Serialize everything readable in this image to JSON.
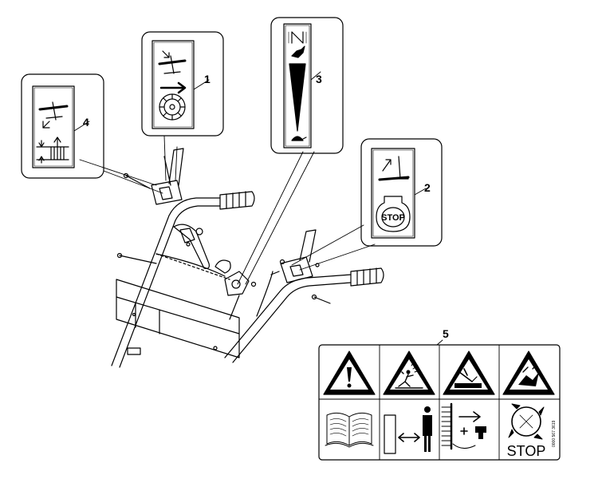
{
  "callouts": {
    "c1": "1",
    "c2": "2",
    "c3": "3",
    "c4": "4",
    "c5": "5"
  },
  "decal_text": {
    "stop_small": "STOP",
    "stop_large": "STOP",
    "part_code": "0000 567 3619"
  },
  "icons": [
    "warning-exclamation-icon",
    "thrown-objects-warning-icon",
    "no-hands-in-machine-warning-icon",
    "rotating-auger-warning-icon",
    "read-manual-icon",
    "keep-distance-icon",
    "disconnect-before-service-icon",
    "stop-rotating-tool-icon"
  ]
}
